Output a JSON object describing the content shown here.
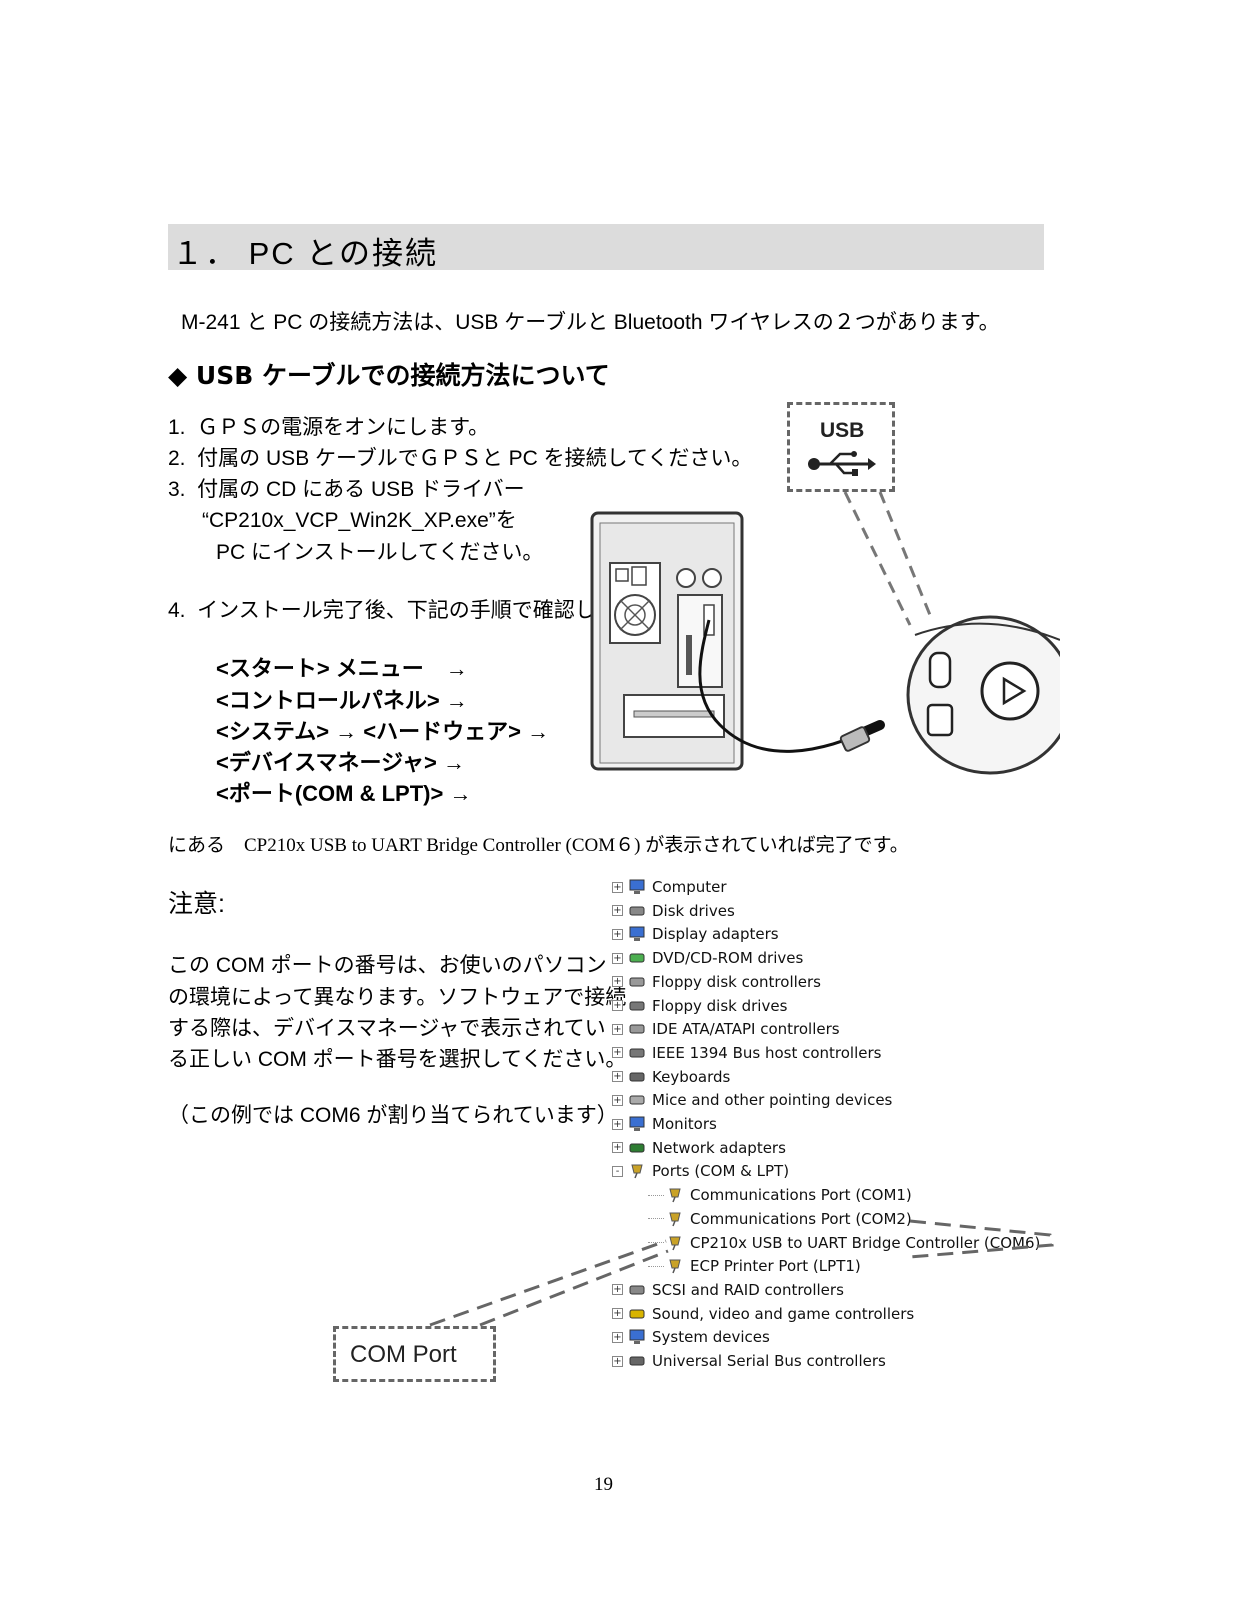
{
  "section": {
    "title": "１． PC との接続"
  },
  "intro": "M-241 と PC の接続方法は、USB ケーブルと Bluetooth ワイヤレスの２つがあります。",
  "usb_section": {
    "heading": "◆ USB ケーブルでの接続方法について",
    "steps": [
      "1.  ＧＰＳの電源をオンにします。",
      "2.  付属の USB ケーブルでＧＰＳと PC を接続してください。",
      "3.  付属の CD にある USB ドライバー",
      "“CP210x_VCP_Win2K_XP.exe”を",
      "PC にインストールしてください。",
      "4.  インストール完了後、下記の手順で確認します。"
    ],
    "nav_path": [
      "<スタート> メニュー　→",
      "<コントロールパネル> →",
      "<システム> → <ハードウェア> →",
      "<デバイスマネージャ> →",
      "<ポート(COM & LPT)> →"
    ],
    "result": "にある　CP210x USB to UART Bridge Controller (COM６) が表示されていれば完了です。"
  },
  "note": {
    "heading": "注意:",
    "lines": [
      "この COM ポートの番号は、お使いのパソコン",
      "の環境によって異なります。ソフトウェアで接続",
      "する際は、デバイスマネージャで表示されてい",
      "る正しい COM ポート番号を選択してください。",
      "（この例では COM6 が割り当てられています）"
    ]
  },
  "callouts": {
    "usb": "USB",
    "com": "COM Port"
  },
  "device_tree": [
    {
      "label": "Computer",
      "expander": "+",
      "icon": "computer-icon",
      "indent": 0
    },
    {
      "label": "Disk drives",
      "expander": "+",
      "icon": "disk-drive-icon",
      "indent": 0
    },
    {
      "label": "Display adapters",
      "expander": "+",
      "icon": "display-adapter-icon",
      "indent": 0
    },
    {
      "label": "DVD/CD-ROM drives",
      "expander": "+",
      "icon": "dvd-drive-icon",
      "indent": 0
    },
    {
      "label": "Floppy disk controllers",
      "expander": "+",
      "icon": "floppy-controller-icon",
      "indent": 0
    },
    {
      "label": "Floppy disk drives",
      "expander": "+",
      "icon": "floppy-drive-icon",
      "indent": 0
    },
    {
      "label": "IDE ATA/ATAPI controllers",
      "expander": "+",
      "icon": "ide-controller-icon",
      "indent": 0
    },
    {
      "label": "IEEE 1394 Bus host controllers",
      "expander": "+",
      "icon": "ieee1394-icon",
      "indent": 0
    },
    {
      "label": "Keyboards",
      "expander": "+",
      "icon": "keyboard-icon",
      "indent": 0
    },
    {
      "label": "Mice and other pointing devices",
      "expander": "+",
      "icon": "mouse-icon",
      "indent": 0
    },
    {
      "label": "Monitors",
      "expander": "+",
      "icon": "monitor-icon",
      "indent": 0
    },
    {
      "label": "Network adapters",
      "expander": "+",
      "icon": "network-adapter-icon",
      "indent": 0
    },
    {
      "label": "Ports (COM & LPT)",
      "expander": "-",
      "icon": "port-icon",
      "indent": 0
    },
    {
      "label": "Communications Port (COM1)",
      "expander": "",
      "icon": "port-icon",
      "indent": 1
    },
    {
      "label": "Communications Port (COM2)",
      "expander": "",
      "icon": "port-icon",
      "indent": 1
    },
    {
      "label": "CP210x USB to UART Bridge Controller (COM6)",
      "expander": "",
      "icon": "port-icon",
      "indent": 1
    },
    {
      "label": "ECP Printer Port (LPT1)",
      "expander": "",
      "icon": "port-icon",
      "indent": 1
    },
    {
      "label": "SCSI and RAID controllers",
      "expander": "+",
      "icon": "scsi-controller-icon",
      "indent": 0
    },
    {
      "label": "Sound, video and game controllers",
      "expander": "+",
      "icon": "sound-icon",
      "indent": 0
    },
    {
      "label": "System devices",
      "expander": "+",
      "icon": "system-device-icon",
      "indent": 0
    },
    {
      "label": "Universal Serial Bus controllers",
      "expander": "+",
      "icon": "usb-controller-icon",
      "indent": 0
    }
  ],
  "page_number": "19"
}
